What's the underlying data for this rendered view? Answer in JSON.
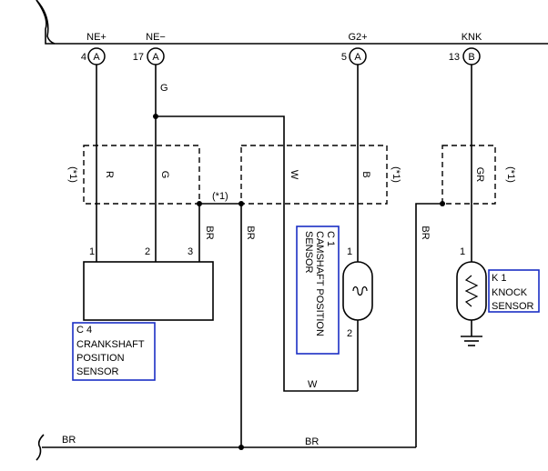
{
  "ecu": {
    "terminals": [
      {
        "signal": "NE+",
        "pin": "4",
        "connector": "A"
      },
      {
        "signal": "NE−",
        "pin": "17",
        "connector": "A"
      },
      {
        "signal": "G2+",
        "pin": "5",
        "connector": "A"
      },
      {
        "signal": "KNK",
        "pin": "13",
        "connector": "B"
      }
    ]
  },
  "wires": {
    "r": "R",
    "g_top": "G",
    "g": "G",
    "w": "W",
    "b": "B",
    "gr": "GR",
    "br_crank": "BR",
    "br_mid": "BR",
    "br_knock": "BR",
    "w_bottom": "W",
    "br_bottom_left": "BR",
    "br_bottom_mid": "BR"
  },
  "notes": {
    "star1_a": "(*1)",
    "star1_b": "(*1)",
    "star1_c": "(*1)",
    "star1_d": "(*1)"
  },
  "components": {
    "crankshaft": {
      "code": "C 4",
      "name_line1": "CRANKSHAFT",
      "name_line2": "POSITION",
      "name_line3": "SENSOR",
      "pins": [
        "1",
        "2",
        "3"
      ]
    },
    "camshaft": {
      "code": "C 1",
      "name_line1": "CAMSHAFT POSITION",
      "name_line2": "SENSOR",
      "pins": [
        "1",
        "2"
      ]
    },
    "knock": {
      "code": "K 1",
      "name_line1": "KNOCK",
      "name_line2": "SENSOR",
      "pins": [
        "1"
      ]
    }
  },
  "colors": {
    "label_box": "#1a2fc4",
    "wire": "#000000"
  }
}
